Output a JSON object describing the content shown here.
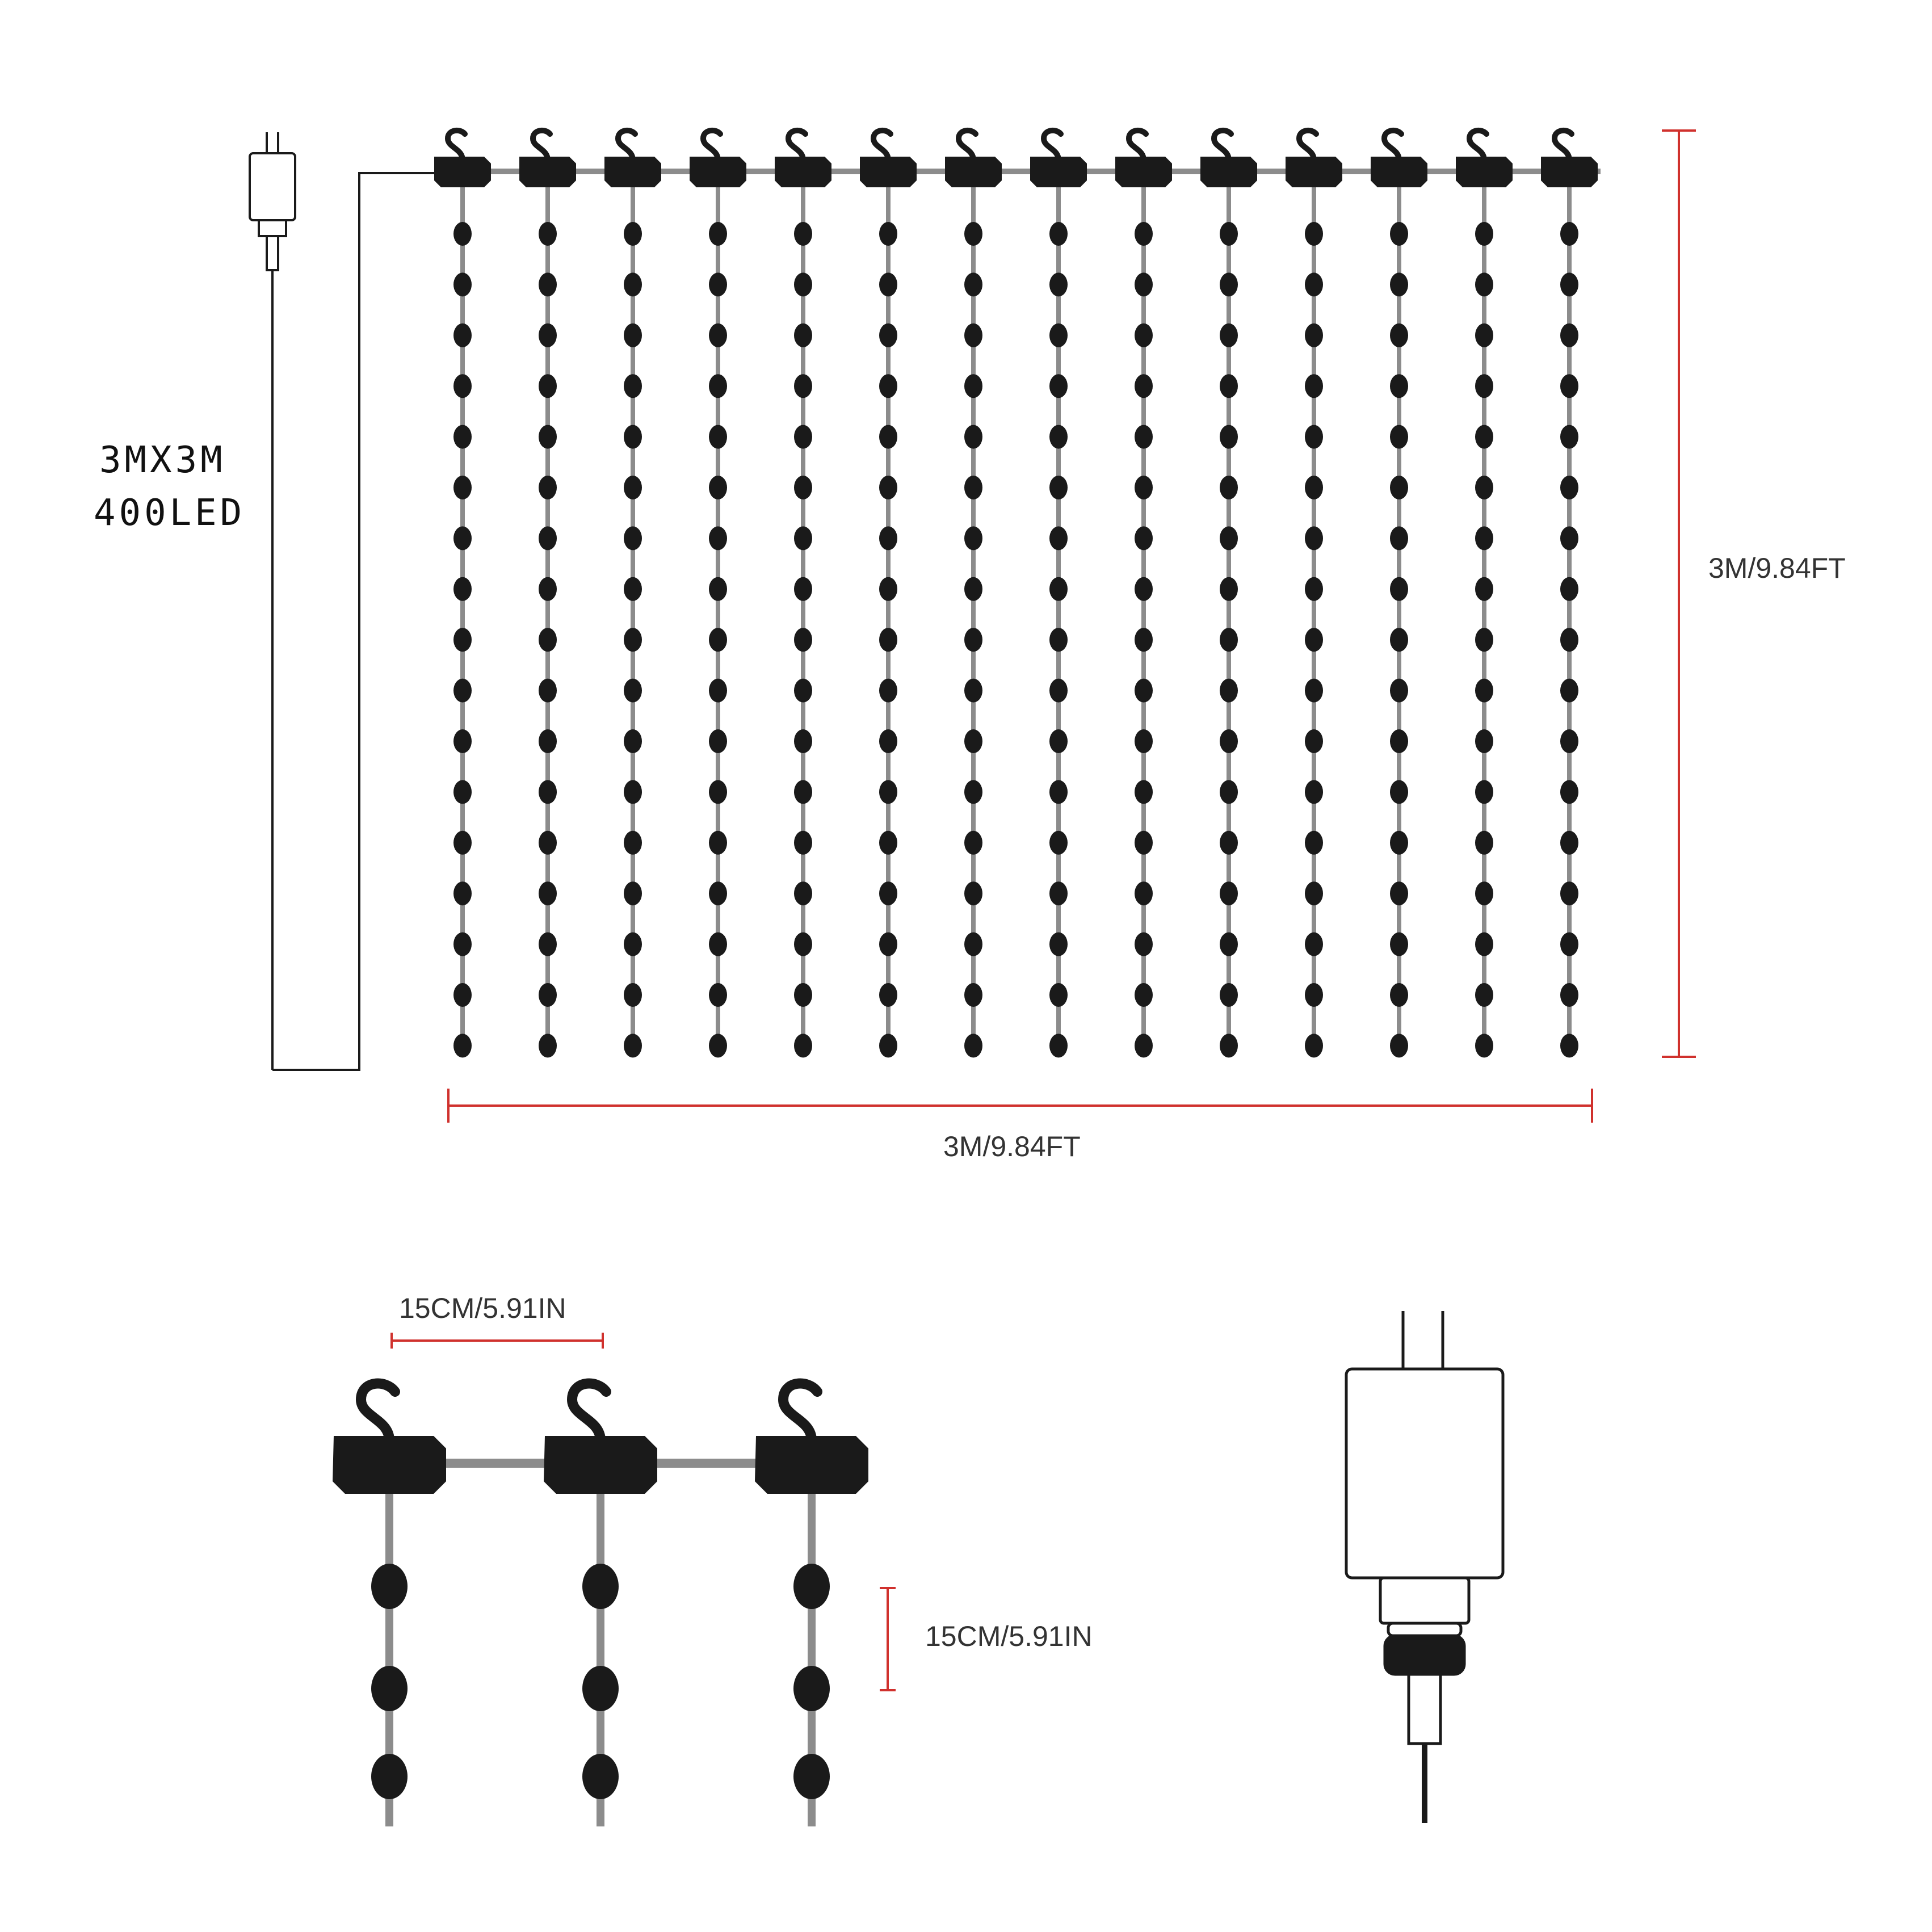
{
  "spec": {
    "size": "3MX3M",
    "led_count": "400LED"
  },
  "dimensions": {
    "height": "3M/9.84FT",
    "width": "3M/9.84FT",
    "hook_spacing": "15CM/5.91IN",
    "bulb_spacing": "15CM/5.91IN"
  },
  "curtain": {
    "strand_count": 14,
    "bulbs_per_strand": 17
  },
  "detail": {
    "strand_count": 3,
    "bulbs_per_strand": 3
  },
  "colors": {
    "dimension_line": "#d0312d",
    "bulb": "#1a1a1a",
    "wire": "#8c8c8c",
    "outline": "#1a1a1a"
  },
  "icons": [
    "hook-icon",
    "bulb-icon",
    "plug-adapter-icon"
  ]
}
